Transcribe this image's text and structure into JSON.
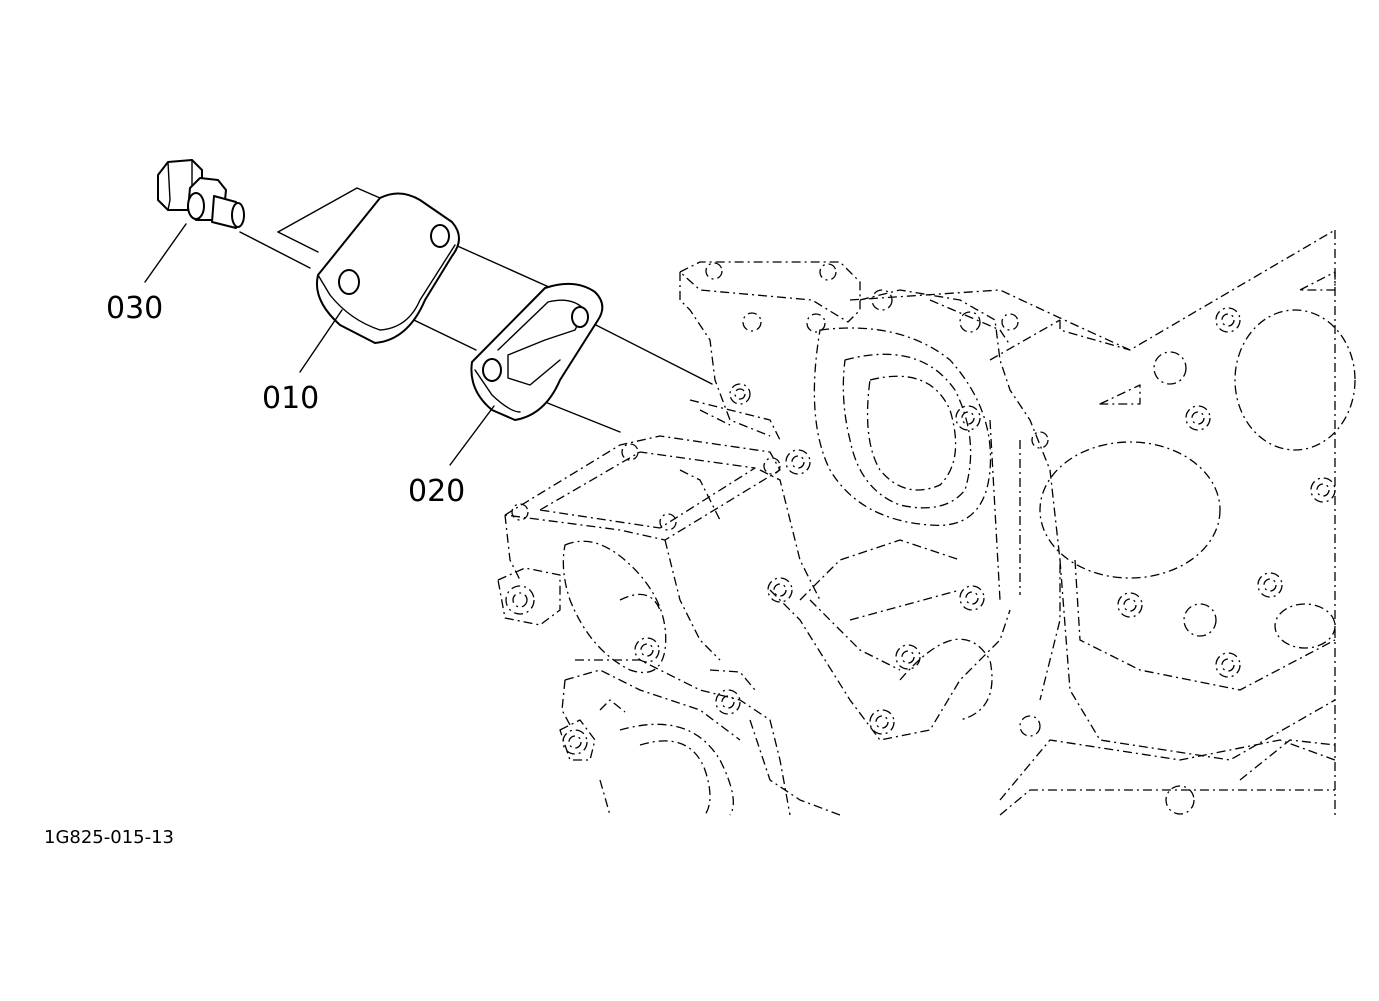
{
  "drawing": {
    "id_label": "1G825-015-13"
  },
  "callouts": [
    {
      "label": "030",
      "part": "bolt"
    },
    {
      "label": "010",
      "part": "cover-plate"
    },
    {
      "label": "020",
      "part": "gasket"
    }
  ],
  "colors": {
    "line": "#000000",
    "background": "#ffffff"
  }
}
